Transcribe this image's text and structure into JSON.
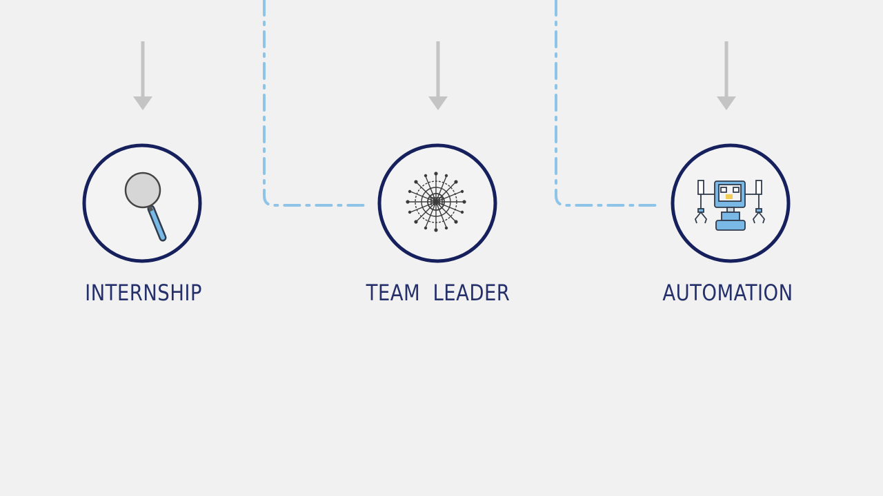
{
  "colors": {
    "background": "#f1f1f1",
    "circle_stroke": "#16205c",
    "arrow": "#c4c4c4",
    "connector": "#8ec4e8",
    "label": "#25306a"
  },
  "nodes": [
    {
      "label": "INTERNSHIP",
      "icon": "magnifier-icon"
    },
    {
      "label": "TEAM  LEADER",
      "icon": "team-network-icon"
    },
    {
      "label": "AUTOMATION",
      "icon": "robot-icon"
    }
  ]
}
